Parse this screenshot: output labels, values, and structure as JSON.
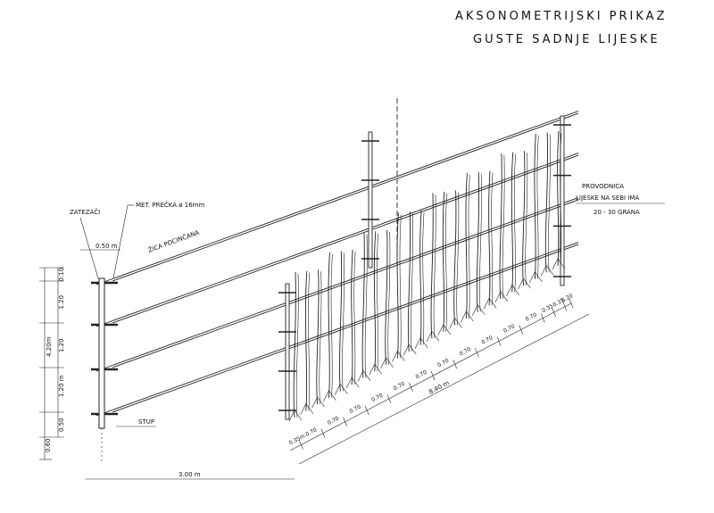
{
  "title": {
    "line1": "AKSONOMETRIJSKI  PRIKAZ",
    "line2": "GUSTE  SADNJE  LIJESKE"
  },
  "labels": {
    "zatezaci": "ZATEZAČI",
    "precka": "MET. PREČKA  ø 16mm",
    "zica": "ŽICA POCINČANA",
    "stup": "STUP",
    "provodnica1": "PROVODNICA",
    "provodnica2": "LIJESKE  NA SEBI IMA",
    "provodnica3": "20 - 30 GRANA"
  },
  "dimensions": {
    "top_width": "0.50 m",
    "vertical": [
      "0.10",
      "1.20",
      "1.20",
      "1.20 m",
      "0.50"
    ],
    "total_height": "4.20m",
    "underground": "0.60",
    "post_spacing": "3.00 m",
    "row_spacing": [
      "0.35m",
      "0.70",
      "0.70",
      "0.70",
      "0.70",
      "0.70",
      "0.70",
      "0.70",
      "0.70",
      "0.70",
      "0.70",
      "0.70",
      "0.35",
      "0.35",
      "0.20"
    ],
    "row_total": "8.40 m"
  }
}
